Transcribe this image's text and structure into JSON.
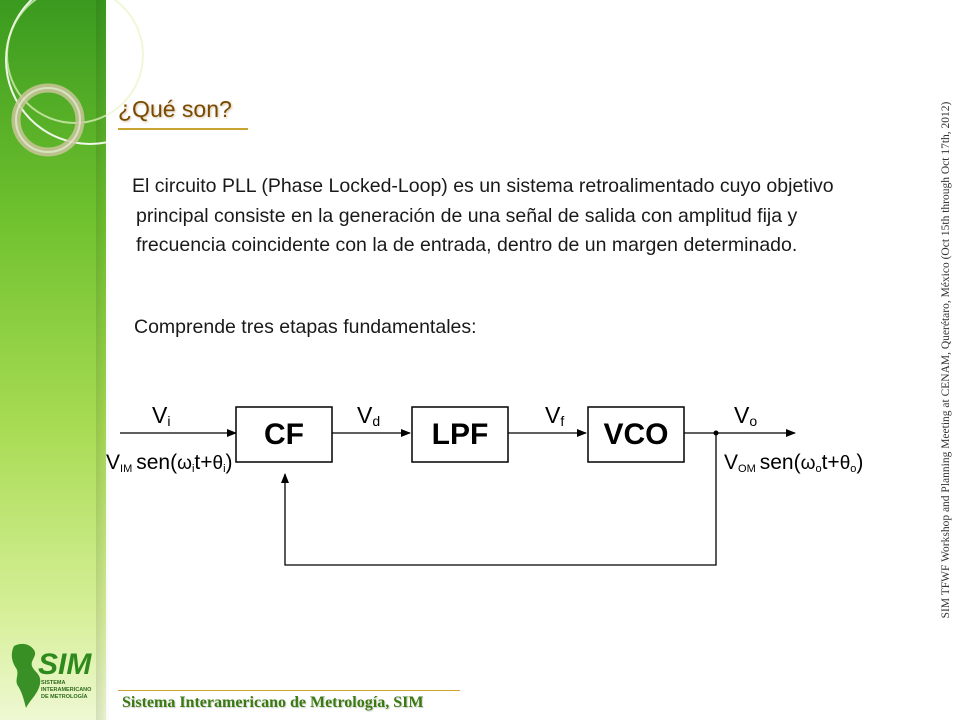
{
  "slide": {
    "title": "¿Qué son?",
    "paragraph": "El circuito PLL (Phase Locked-Loop) es un sistema retroalimentado cuyo objetivo principal consiste en la generación de una señal de salida con amplitud fija y frecuencia coincidente con la de entrada, dentro de un margen determinado.",
    "subtitle": "Comprende tres etapas fundamentales:",
    "vertical_note": "SIM TFWF Workshop and Planning Meeting at CENAM, Querétaro, México (Oct 15th through Oct 17th, 2012)",
    "footer": "Sistema Interamericano de Metrología, SIM"
  },
  "logo": {
    "text": "SIM",
    "subtext_lines": [
      "SISTEMA",
      "INTERAMERICANO",
      "DE METROLOGÍA"
    ]
  },
  "diagram": {
    "blocks": [
      {
        "id": "cf",
        "label": "CF"
      },
      {
        "id": "lpf",
        "label": "LPF"
      },
      {
        "id": "vco",
        "label": "VCO"
      }
    ],
    "signals": {
      "vi": {
        "base": "V",
        "sub": "i"
      },
      "vd": {
        "base": "V",
        "sub": "d"
      },
      "vf": {
        "base": "V",
        "sub": "f"
      },
      "vo": {
        "base": "V",
        "sub": "o"
      }
    },
    "input_expression": {
      "amp_base": "V",
      "amp_sub": "IM",
      "func": "sen(",
      "omega_sub": "i",
      "mid": "t+",
      "theta_sub": "i",
      "close": ")"
    },
    "output_expression": {
      "amp_base": "V",
      "amp_sub": "OM",
      "func": "sen(",
      "omega_sub": "o",
      "mid": "t+",
      "theta_sub": "o",
      "close": ")"
    },
    "greek": {
      "omega": "ω",
      "theta": "θ"
    }
  },
  "colors": {
    "title": "#7a4a00",
    "footer": "#3b7a10",
    "sidebar_top": "#3a9a1f",
    "sidebar_bottom": "#eef8d2"
  }
}
